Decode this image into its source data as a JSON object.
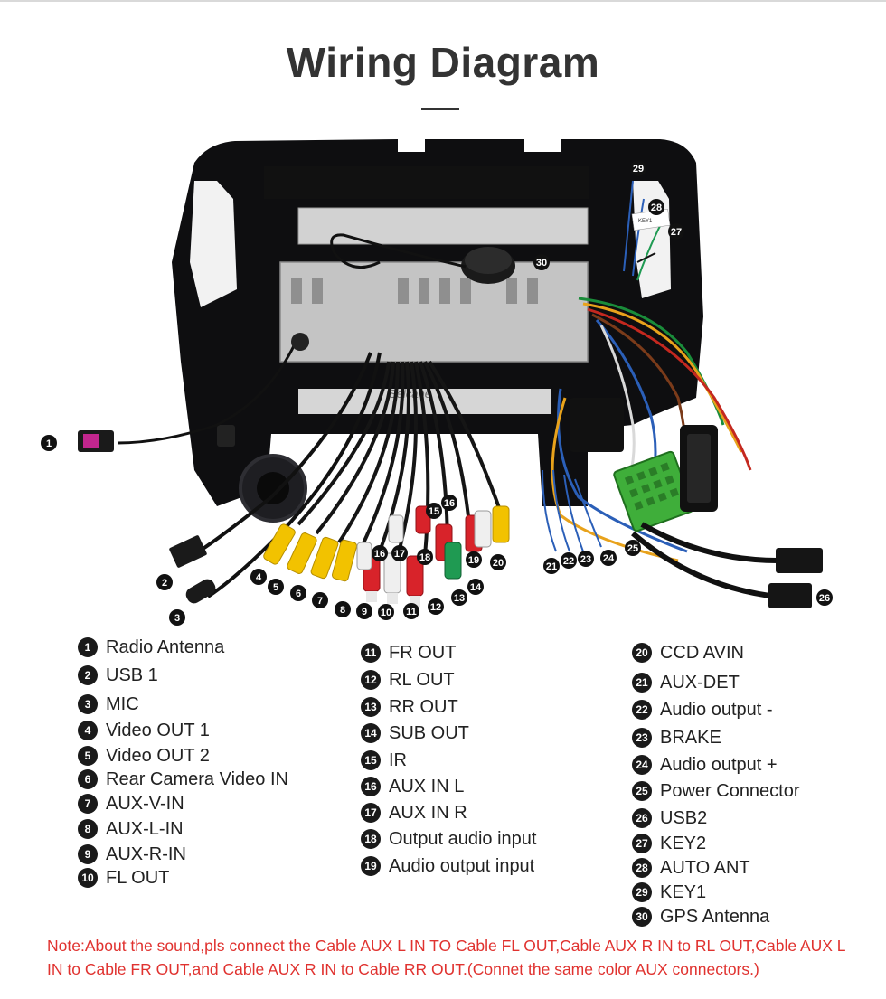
{
  "title": "Wiring Diagram",
  "watermark": "Seicane",
  "key_tag": "KEY1",
  "legend": [
    {
      "num": "1",
      "label": "Radio Antenna"
    },
    {
      "num": "2",
      "label": "USB 1"
    },
    {
      "num": "3",
      "label": "MIC"
    },
    {
      "num": "4",
      "label": "Video OUT 1"
    },
    {
      "num": "5",
      "label": "Video OUT 2"
    },
    {
      "num": "6",
      "label": "Rear Camera Video IN"
    },
    {
      "num": "7",
      "label": "AUX-V-IN"
    },
    {
      "num": "8",
      "label": "AUX-L-IN"
    },
    {
      "num": "9",
      "label": "AUX-R-IN"
    },
    {
      "num": "10",
      "label": "FL OUT"
    },
    {
      "num": "11",
      "label": "FR OUT"
    },
    {
      "num": "12",
      "label": "RL OUT"
    },
    {
      "num": "13",
      "label": "RR OUT"
    },
    {
      "num": "14",
      "label": "SUB OUT"
    },
    {
      "num": "15",
      "label": "IR"
    },
    {
      "num": "16",
      "label": "AUX IN L"
    },
    {
      "num": "17",
      "label": "AUX IN R"
    },
    {
      "num": "18",
      "label": "Output audio input"
    },
    {
      "num": "19",
      "label": "Audio output input"
    },
    {
      "num": "20",
      "label": "CCD AVIN"
    },
    {
      "num": "21",
      "label": "AUX-DET"
    },
    {
      "num": "22",
      "label": "Audio output -"
    },
    {
      "num": "23",
      "label": "BRAKE"
    },
    {
      "num": "24",
      "label": "Audio output +"
    },
    {
      "num": "25",
      "label": "Power Connector"
    },
    {
      "num": "26",
      "label": "USB2"
    },
    {
      "num": "27",
      "label": "KEY2"
    },
    {
      "num": "28",
      "label": "AUTO ANT"
    },
    {
      "num": "29",
      "label": "KEY1"
    },
    {
      "num": "30",
      "label": "GPS Antenna"
    }
  ],
  "note": "Note:About the sound,pls connect the Cable AUX L IN TO Cable FL OUT,Cable AUX R IN to RL OUT,Cable AUX L IN to Cable FR OUT,and Cable AUX R IN to Cable RR OUT.(Connet the same color AUX connectors.)",
  "colors": {
    "frame": "#0e0e10",
    "unit": "#c9c9c9",
    "rca_yellow": "#f2c200",
    "rca_red": "#d8232a",
    "rca_white": "#efefef",
    "rca_green": "#1f9a52",
    "note": "#e0322f"
  }
}
